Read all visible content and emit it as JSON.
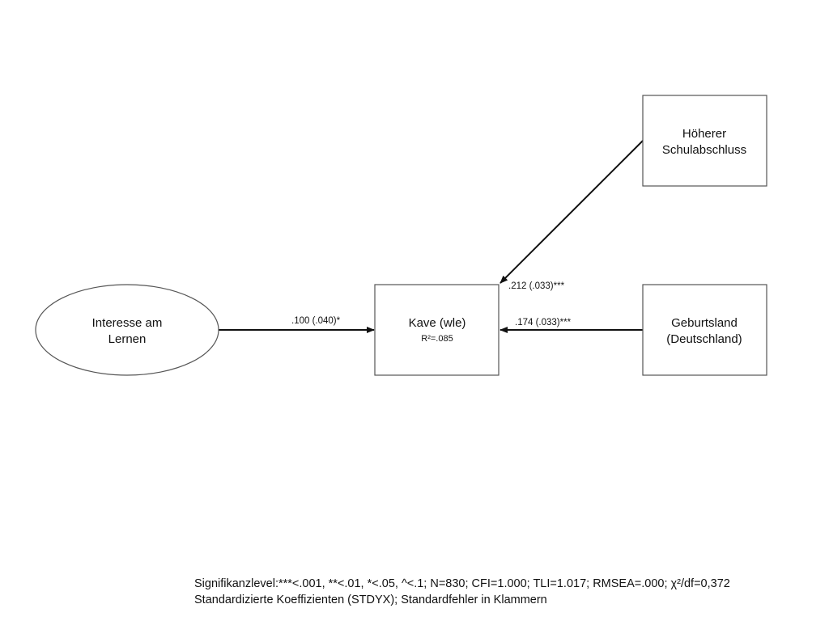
{
  "nodes": {
    "interesse": {
      "lines": [
        "Interesse am",
        "Lernen"
      ]
    },
    "kave": {
      "lines": [
        "Kave (wle)"
      ],
      "sub": "R²=.085"
    },
    "schulabschluss": {
      "lines": [
        "Höherer",
        "Schulabschluss"
      ]
    },
    "geburtsland": {
      "lines": [
        "Geburtsland",
        "(Deutschland)"
      ]
    }
  },
  "edges": {
    "interesse_kave": {
      "label": ".100 (.040)*"
    },
    "schulabschluss_kave": {
      "label": ".212 (.033)***"
    },
    "geburtsland_kave": {
      "label": ".174 (.033)***"
    }
  },
  "footnote": {
    "line1": "Signifikanzlevel:***<.001, **<.01, *<.05, ^<.1; N=830; CFI=1.000; TLI=1.017; RMSEA=.000; χ²/df=0,372",
    "line2": "Standardizierte Koeffizienten (STDYX); Standardfehler in Klammern"
  },
  "colors": {
    "stroke": "#555555",
    "arrow": "#111111"
  }
}
